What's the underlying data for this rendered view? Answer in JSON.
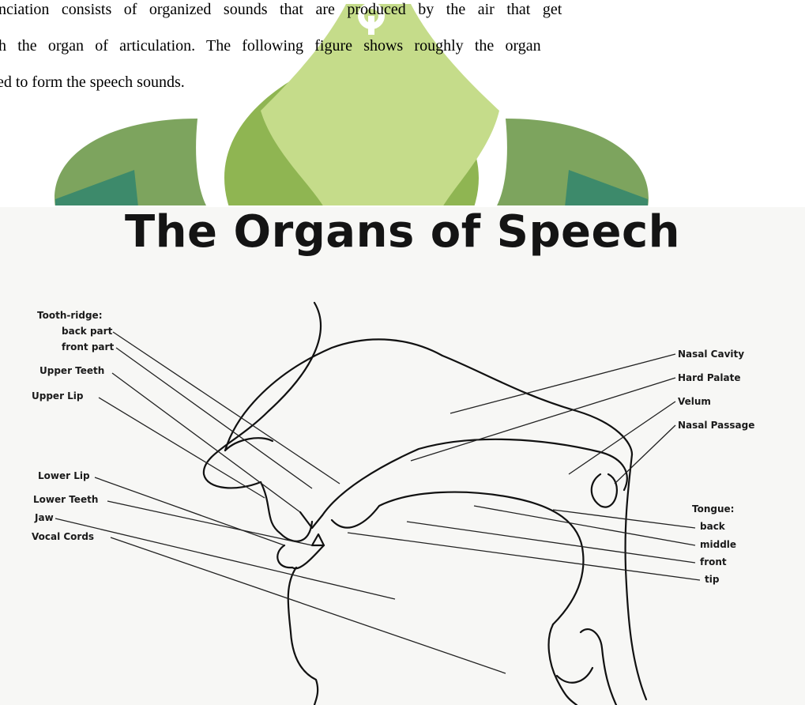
{
  "paragraph": {
    "lines": [
      "unciation consists of organized sounds that are produced by the air that get",
      "gh the organ of articulation. The following figure shows roughly the organ",
      "ed to form the speech sounds."
    ]
  },
  "figure": {
    "title": "The Organs of Speech",
    "labels": {
      "tooth_ridge": "Tooth-ridge:",
      "back_part": "back part",
      "front_part": "front part",
      "upper_teeth": "Upper Teeth",
      "upper_lip": "Upper Lip",
      "lower_lip": "Lower Lip",
      "lower_teeth": "Lower Teeth",
      "jaw": "Jaw",
      "vocal_cords": "Vocal Cords",
      "nasal_cavity": "Nasal Cavity",
      "hard_palate": "Hard Palate",
      "velum": "Velum",
      "nasal_passage": "Nasal Passage",
      "tongue": "Tongue:",
      "tongue_back": "back",
      "tongue_middle": "middle",
      "tongue_front": "front",
      "tongue_tip": "tip"
    }
  },
  "colors": {
    "watermark_light": "#c5dc8a",
    "watermark_mid": "#9fbe5e",
    "watermark_dark": "#6f9a4c",
    "watermark_teal": "#3d8a6b"
  }
}
